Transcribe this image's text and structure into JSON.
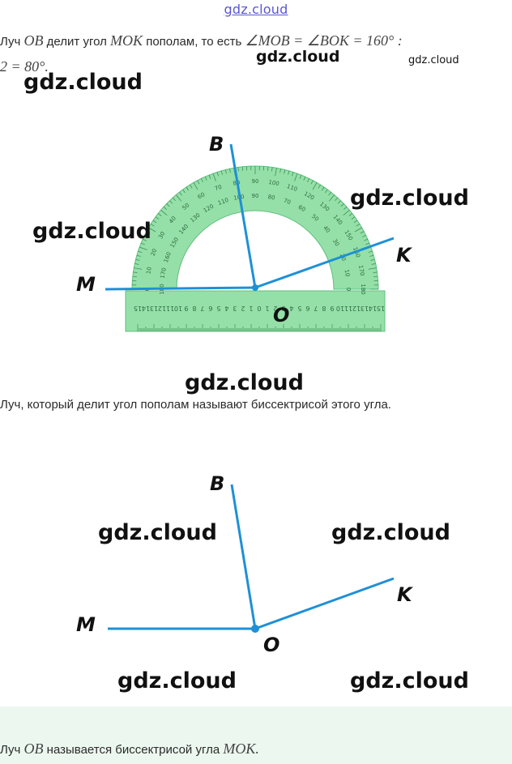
{
  "header": {
    "site_link": "gdz.cloud"
  },
  "intro": {
    "prefix": "Луч",
    "ray": "OB",
    "middle": "делит угол",
    "angle": "MOK",
    "after": "пополам, то есть",
    "equation": "∠MOB = ∠BOK = 160° :",
    "equation_cont": "2 = 80°."
  },
  "figure1": {
    "labels": {
      "b": "B",
      "k": "K",
      "m": "M",
      "o": "O"
    },
    "outer_scale": [
      "0",
      "10",
      "20",
      "30",
      "40",
      "50",
      "60",
      "70",
      "80",
      "90",
      "100",
      "110",
      "120",
      "130",
      "140",
      "150",
      "160",
      "170",
      "180"
    ],
    "inner_scale": [
      "180",
      "170",
      "160",
      "150",
      "140",
      "130",
      "120",
      "110",
      "100",
      "90",
      "80",
      "70",
      "60",
      "50",
      "40",
      "30",
      "20",
      "10",
      "0"
    ],
    "ruler_numbers": [
      "15",
      "14",
      "13",
      "12",
      "11",
      "10",
      "9",
      "8",
      "7",
      "6",
      "5",
      "4",
      "3",
      "2",
      "1",
      "0",
      "1",
      "2",
      "3",
      "4",
      "5",
      "6",
      "7",
      "8",
      "9",
      "10",
      "11",
      "12",
      "13",
      "14",
      "15"
    ],
    "colors": {
      "protractor": "#95e0a8",
      "protractor_edge": "#5fbf7c",
      "ray": "#1e90d6"
    }
  },
  "definition": "Луч, который делит угол пополам называют биссектрисой этого угла.",
  "figure2": {
    "labels": {
      "b": "B",
      "k": "K",
      "m": "M",
      "o": "O"
    }
  },
  "conclusion": {
    "prefix": "Луч",
    "ray": "OB",
    "middle": "называется биссектрисой угла",
    "angle": "MOK."
  },
  "watermarks": [
    "gdz.cloud",
    "gdz.cloud",
    "gdz.cloud",
    "gdz.cloud",
    "gdz.cloud",
    "gdz.cloud",
    "gdz.cloud",
    "gdz.cloud",
    "gdz.cloud",
    "gdz.cloud",
    "gdz.cloud"
  ]
}
